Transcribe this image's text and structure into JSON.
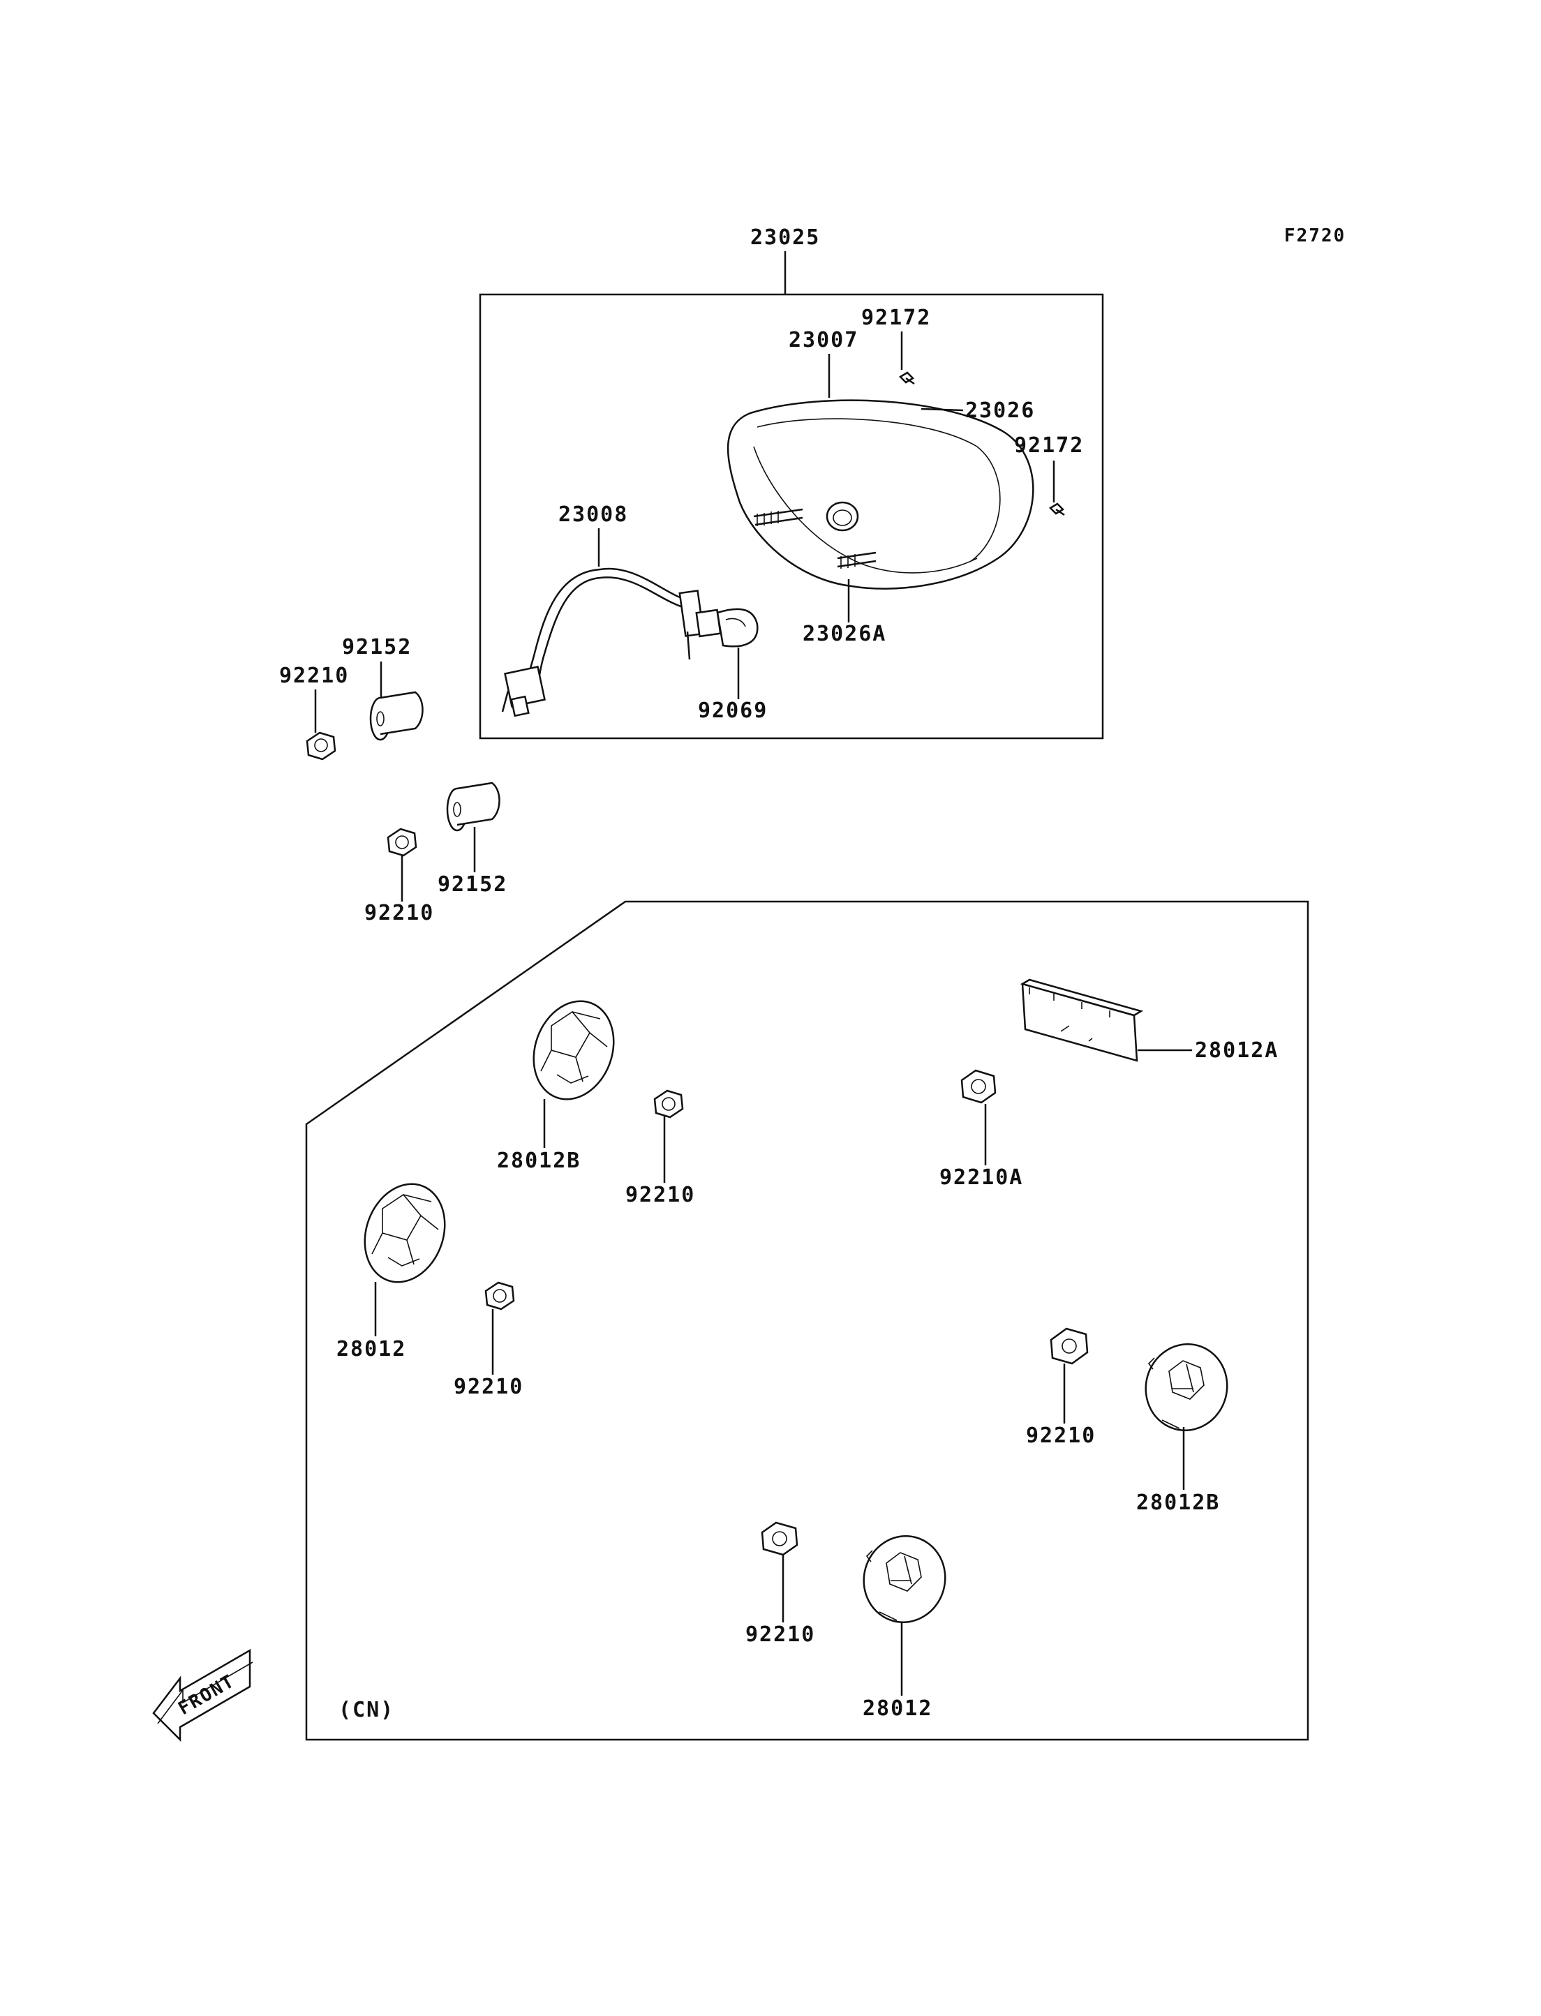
{
  "figure_code": "F2720",
  "region_label": "(CN)",
  "front_label": "FRONT",
  "parts": {
    "p23025": "23025",
    "p92172a": "92172",
    "p23007": "23007",
    "p23026": "23026",
    "p92172b": "92172",
    "p23008": "23008",
    "p23026A": "23026A",
    "p92069": "92069",
    "p92152a": "92152",
    "p92210a": "92210",
    "p92152b": "92152",
    "p92210b": "92210",
    "p28012A": "28012A",
    "p28012B_top": "28012B",
    "p92210c": "92210",
    "p92210A": "92210A",
    "p28012_left": "28012",
    "p92210d": "92210",
    "p92210e": "92210",
    "p28012B_right": "28012B",
    "p92210f": "92210",
    "p28012_bottom": "28012"
  }
}
